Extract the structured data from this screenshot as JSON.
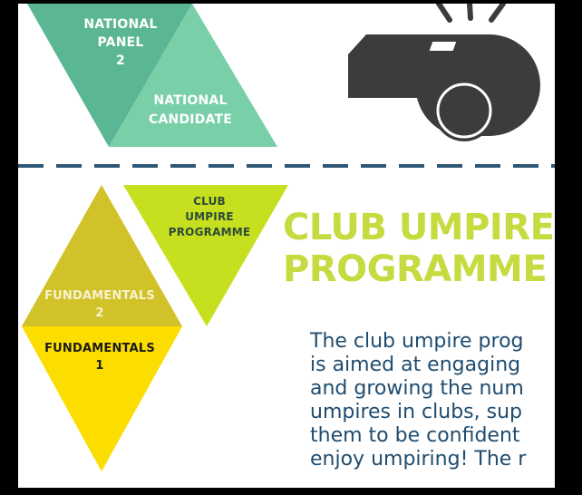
{
  "colors": {
    "dark_green": "#5bb693",
    "light_green": "#79cfa8",
    "dashed_line": "#2d5775",
    "whistle": "#3c3c3c",
    "lime": "#c6df1f",
    "olive": "#d1c22a",
    "yellow": "#fcdd00",
    "heading": "#c5db3f",
    "body_text": "#1f4c6f"
  },
  "icons": [
    "whistle-icon"
  ],
  "levels": [
    {
      "id": "national-panel-2",
      "lines": [
        "NATIONAL",
        "PANEL",
        "2"
      ]
    },
    {
      "id": "national-candidate",
      "lines": [
        "NATIONAL",
        "CANDIDATE"
      ]
    },
    {
      "id": "club-umpire-programme",
      "lines": [
        "CLUB",
        "UMPIRE",
        "PROGRAMME"
      ]
    },
    {
      "id": "fundamentals-2",
      "lines": [
        "FUNDAMENTALS",
        "2"
      ]
    },
    {
      "id": "fundamentals-1",
      "lines": [
        "FUNDAMENTALS",
        "1"
      ]
    }
  ],
  "heading_lines": [
    "CLUB UMPIRE",
    "PROGRAMME"
  ],
  "body_lines": [
    "The club umpire prog",
    "is aimed at engaging",
    "and growing the num",
    "umpires in clubs, sup",
    "them to be confident",
    "enjoy umpiring! The r"
  ]
}
